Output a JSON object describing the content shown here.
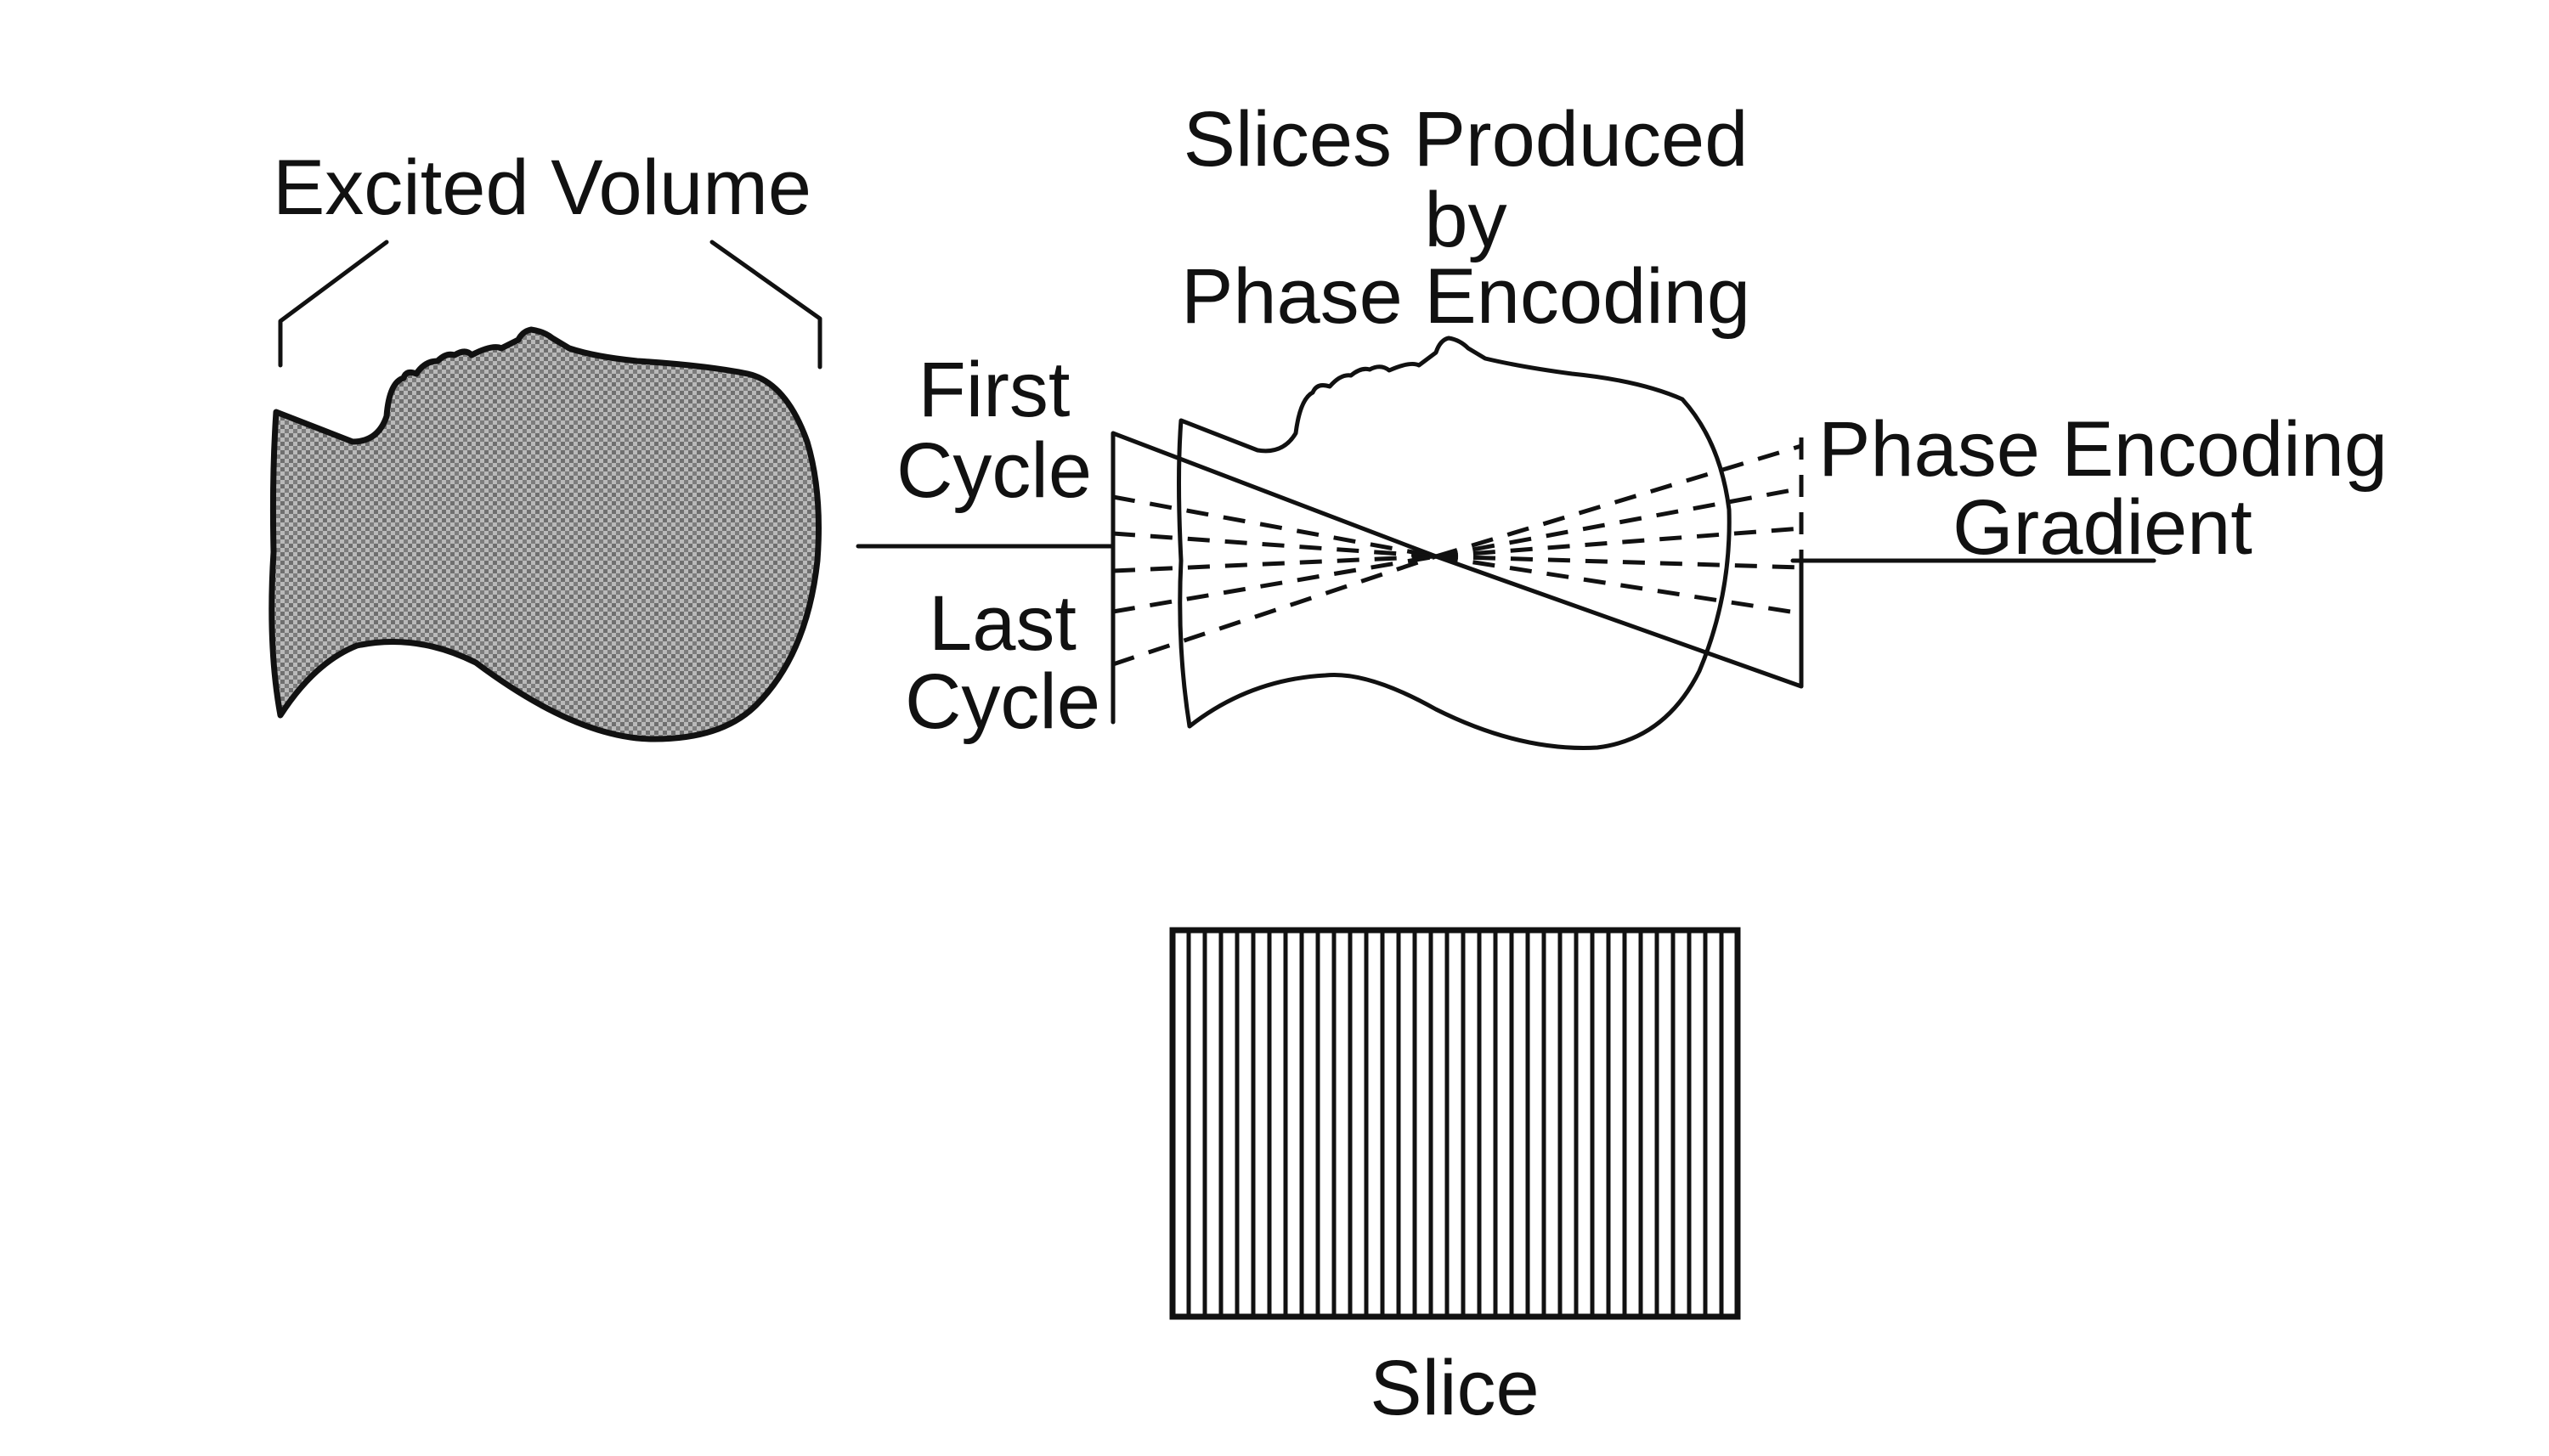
{
  "labels": {
    "excited_volume": "Excited Volume",
    "slices_title_line1": "Slices Produced",
    "slices_title_line2": "by",
    "slices_title_line3": "Phase Encoding",
    "first_cycle_line1": "First",
    "first_cycle_line2": "Cycle",
    "last_cycle_line1": "Last",
    "last_cycle_line2": "Cycle",
    "gradient_line1": "Phase Encoding",
    "gradient_line2": "Gradient",
    "slice": "Slice"
  },
  "colors": {
    "ink": "#111111",
    "stipple_fill": "#8a8a8a",
    "background": "#ffffff"
  }
}
